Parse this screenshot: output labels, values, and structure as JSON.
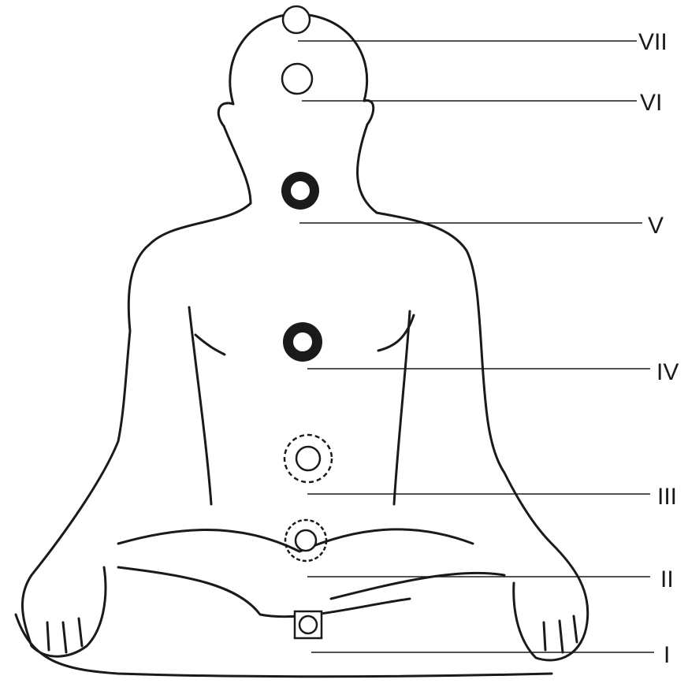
{
  "colors": {
    "ink": "#1a1a1a",
    "paper": "#ffffff"
  },
  "chakras": [
    {
      "id": "vii",
      "numeral": "VII",
      "symbol": "open-circle-icon"
    },
    {
      "id": "vi",
      "numeral": "VI",
      "symbol": "open-circle-icon"
    },
    {
      "id": "v",
      "numeral": "V",
      "symbol": "spiked-ring-icon"
    },
    {
      "id": "iv",
      "numeral": "IV",
      "symbol": "spiked-ring-icon"
    },
    {
      "id": "iii",
      "numeral": "III",
      "symbol": "lotus-icon"
    },
    {
      "id": "ii",
      "numeral": "II",
      "symbol": "lotus-icon"
    },
    {
      "id": "i",
      "numeral": "I",
      "symbol": "square-lotus-icon"
    }
  ]
}
